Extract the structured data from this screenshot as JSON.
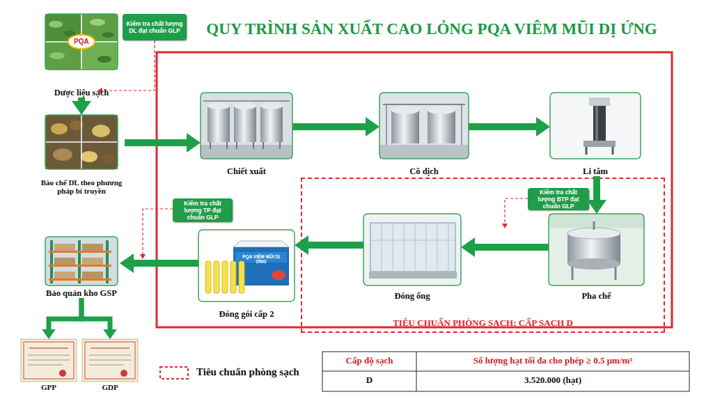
{
  "diagram": {
    "title": "QUY TRÌNH SẢN XUẤT CAO LỎNG PQA VIÊM MŨI DỊ ỨNG",
    "nodes": [
      {
        "text": [
          "Kiểm tra chất lượng DL đạt chuẩn GLP"
        ]
      },
      {
        "text": [
          "Dược liệu sạch"
        ]
      },
      {
        "text": [
          "Bào chế DL theo phương pháp bí truyền"
        ]
      },
      {
        "text": [
          "Chiết xuất"
        ]
      },
      {
        "text": [
          "Cô dịch"
        ]
      },
      {
        "text": [
          "Li tâm"
        ]
      },
      {
        "text": [
          "TIÊU CHUẨN PHÒNG SẠCH: CẤP SẠCH D"
        ]
      },
      {
        "text": [
          "Kiểm tra chất lượng BTP đạt chuẩn GLP"
        ],
        "in": 6
      },
      {
        "text": [
          "Pha chế"
        ],
        "in": 6
      },
      {
        "text": [
          "Đóng ống"
        ],
        "in": 6
      },
      {
        "text": [
          "Kiểm tra chất lượng TP đạt chuẩn GLP"
        ]
      },
      {
        "text": [
          "Đóng gói cấp 2"
        ]
      },
      {
        "text": [
          "Bảo quản kho GSP"
        ]
      },
      {
        "text": [
          "GPP"
        ]
      },
      {
        "text": [
          "GDP"
        ]
      }
    ],
    "edges": [
      {
        "from": 1,
        "to": 2,
        "arrow": "to"
      },
      {
        "from": 2,
        "to": 3,
        "arrow": "to"
      },
      {
        "from": 3,
        "to": 4,
        "arrow": "to"
      },
      {
        "from": 4,
        "to": 5,
        "arrow": "to"
      },
      {
        "from": 5,
        "to": 8,
        "arrow": "to"
      },
      {
        "from": 8,
        "to": 9,
        "arrow": "to"
      },
      {
        "from": 9,
        "to": 11,
        "arrow": "to"
      },
      {
        "from": 11,
        "to": 12,
        "arrow": "to"
      },
      {
        "from": 12,
        "to": 13,
        "arrow": "to"
      },
      {
        "from": 12,
        "to": 14,
        "arrow": "to"
      }
    ],
    "labels": [
      "PQA",
      "PQA VIÊM MŨI DỊ ỨNG",
      "Cấp độ sạch",
      "Số lượng hạt tối đa cho phép ≥ 0.5 μm/m³",
      "D",
      "3.520.000 (hạt)"
    ],
    "legend": [
      {
        "text": "Tiêu chuẩn phòng sạch"
      }
    ]
  }
}
